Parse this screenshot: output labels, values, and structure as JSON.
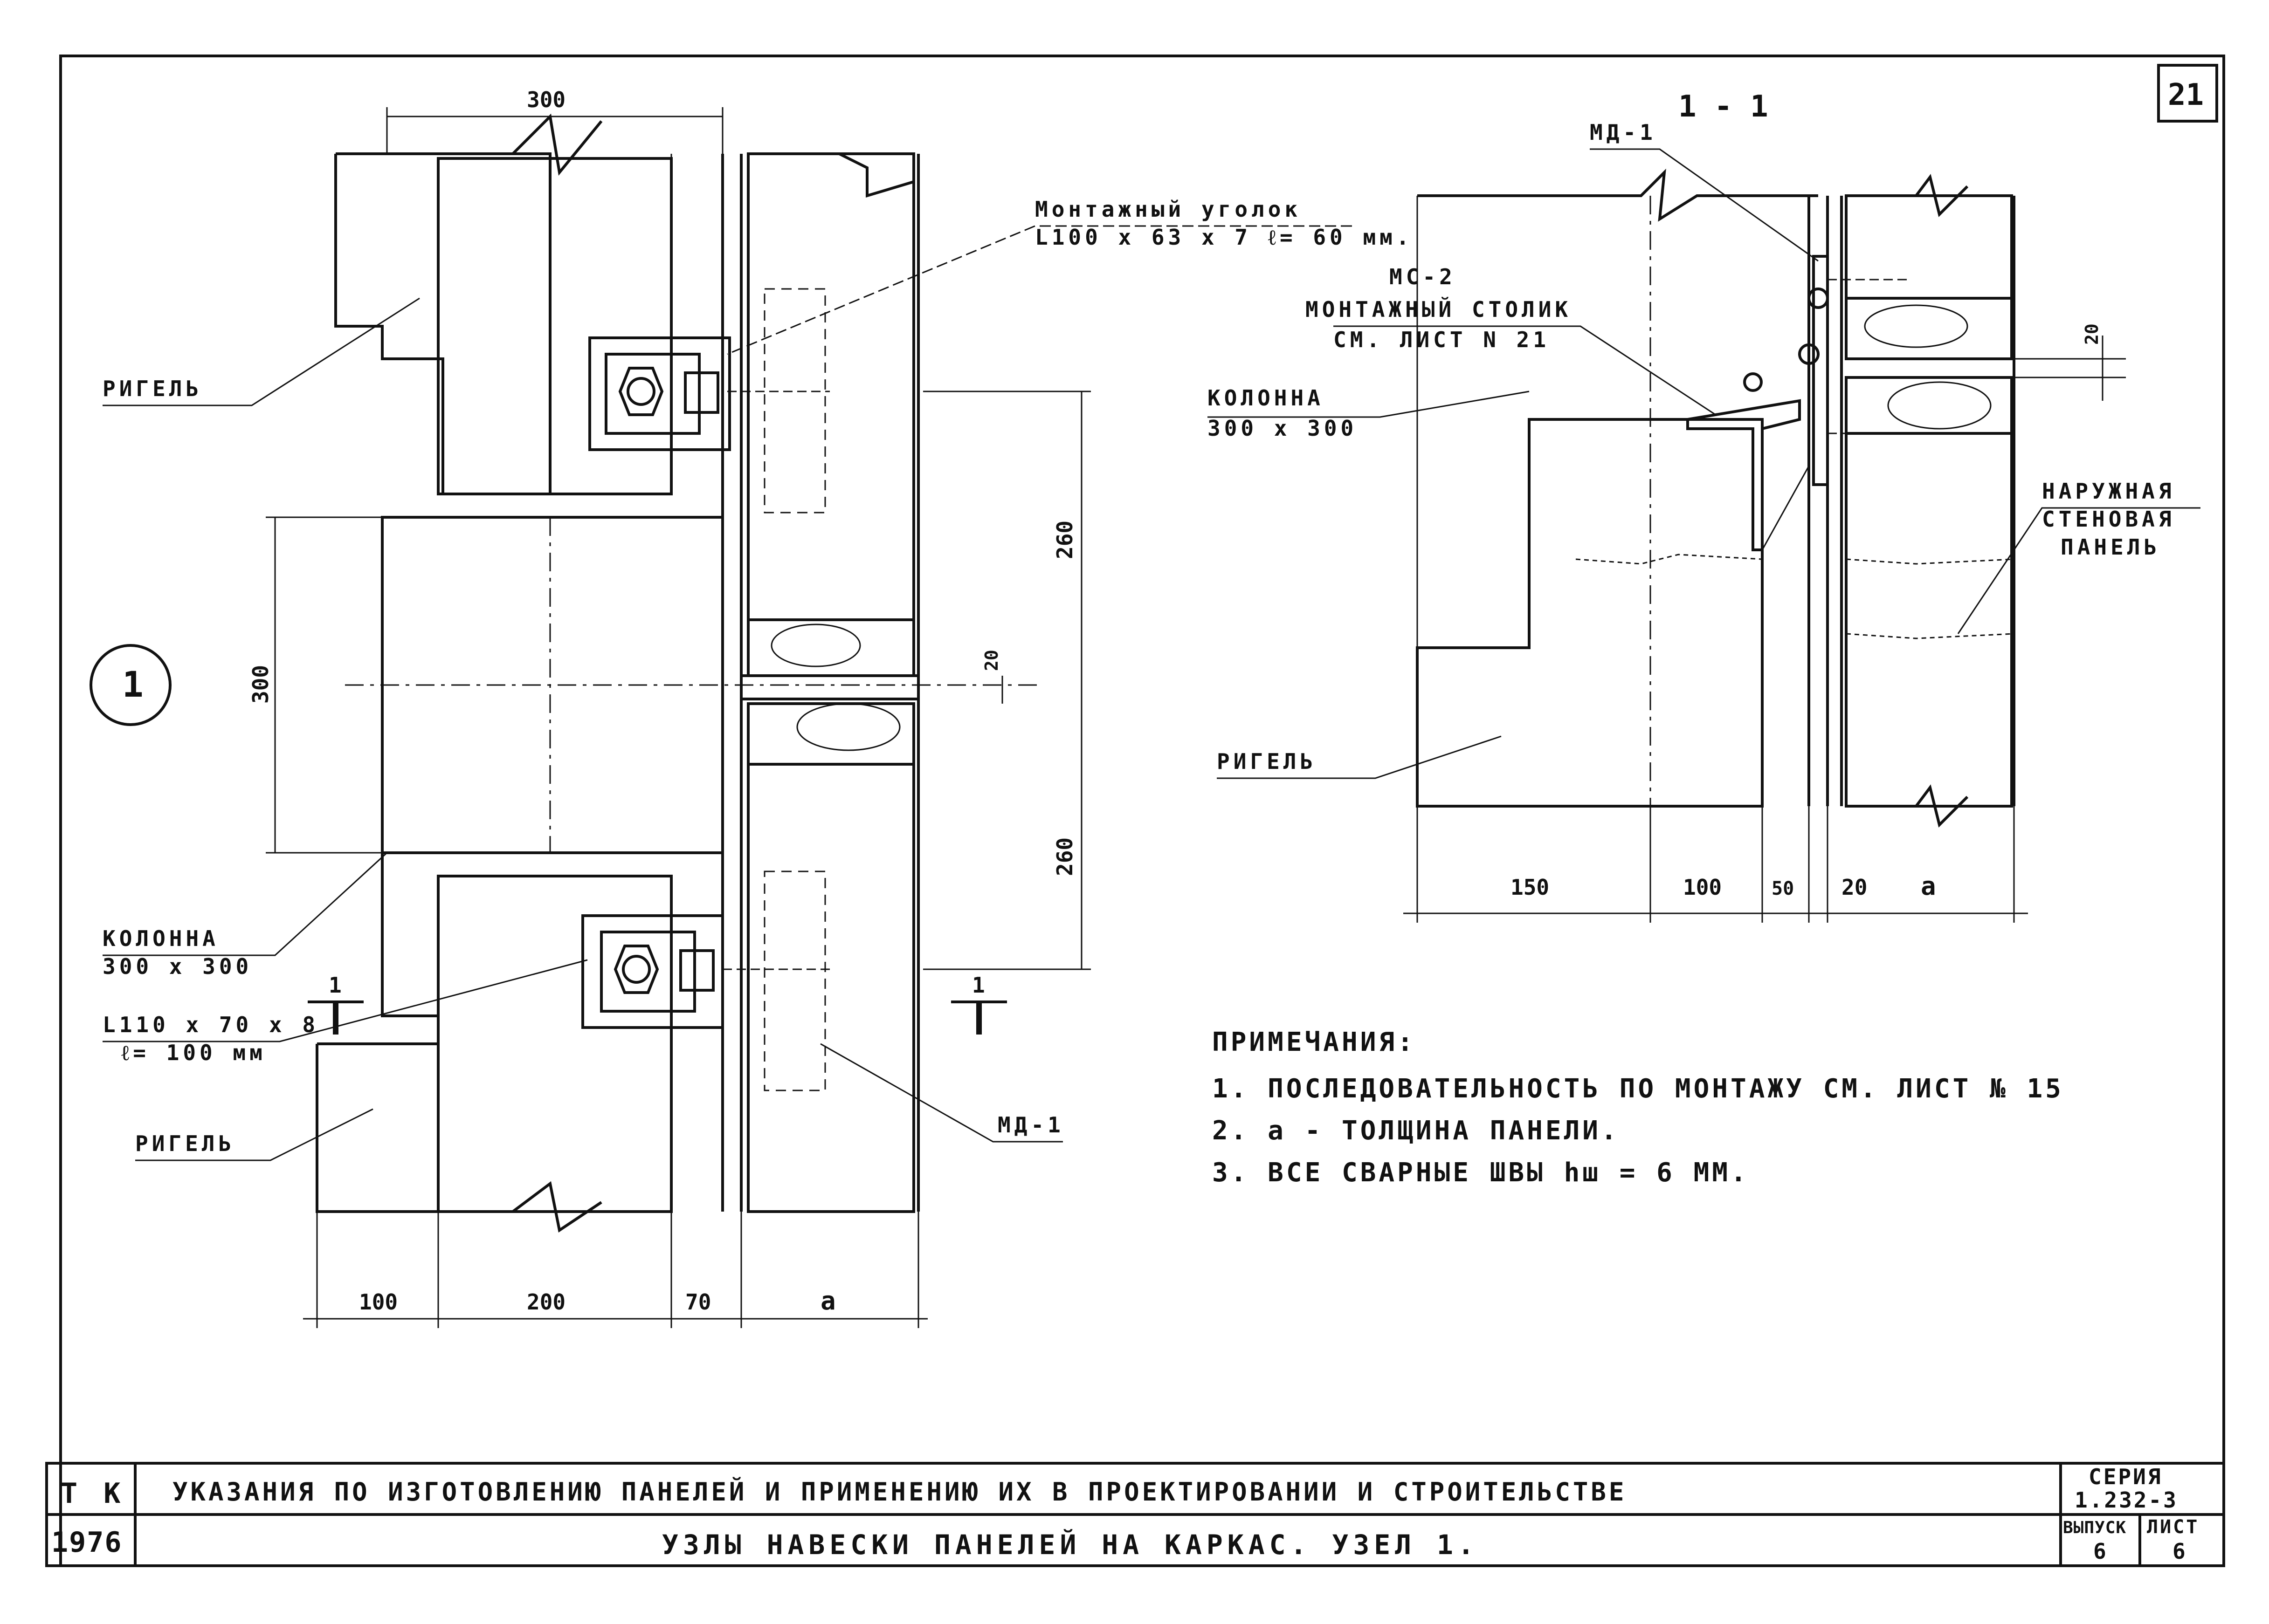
{
  "sheet": {
    "page_number": "21"
  },
  "left_view": {
    "marker": "1",
    "labels": {
      "rigel_top": "РИГЕЛЬ",
      "rigel_bottom": "РИГЕЛЬ",
      "mount_angle_line1": "Монтажный уголок",
      "mount_angle_line2": "L100 х 63 х 7  ℓ= 60 мм.",
      "column_line1": "КОЛОННА",
      "column_line2": "300 х 300",
      "angle2_line1": "L110 х 70 х 8",
      "angle2_line2": "ℓ= 100 мм",
      "md1": "МД-1",
      "section_mark": "1"
    },
    "dims": {
      "top": "300",
      "left": "300",
      "right_upper": "260",
      "right_lower": "260",
      "joint": "20",
      "bottom": [
        "100",
        "200",
        "70",
        "a"
      ]
    }
  },
  "right_view": {
    "title": "1 - 1",
    "labels": {
      "md1": "МД-1",
      "mc2": "МС-2",
      "table_line1": "МОНТАЖНЫЙ СТОЛИК",
      "table_line2": "СМ. ЛИСТ N 21",
      "column_line1": "КОЛОННА",
      "column_line2": "300 х 300",
      "rigel": "РИГЕЛЬ",
      "panel_line1": "НАРУЖНАЯ",
      "panel_line2": "СТЕНОВАЯ",
      "panel_line3": "ПАНЕЛЬ"
    },
    "dims": {
      "joint": "20",
      "bottom": [
        "150",
        "100",
        "50",
        "20",
        "a"
      ]
    }
  },
  "notes": {
    "heading": "ПРИМЕЧАНИЯ:",
    "items": [
      "1. ПОСЛЕДОВАТЕЛЬНОСТЬ ПО МОНТАЖУ СМ. ЛИСТ № 15",
      "2. a - ТОЛЩИНА ПАНЕЛИ.",
      "3. ВСЕ СВАРНЫЕ ШВЫ  hш = 6 ММ."
    ]
  },
  "title_block": {
    "code": "Т К",
    "year": "1976",
    "main_title": "УКАЗАНИЯ ПО ИЗГОТОВЛЕНИЮ ПАНЕЛЕЙ И ПРИМЕНЕНИЮ ИХ В ПРОЕКТИРОВАНИИ И СТРОИТЕЛЬСТВЕ",
    "subtitle": "УЗЛЫ НАВЕСКИ ПАНЕЛЕЙ НА КАРКАС. УЗЕЛ 1.",
    "series_label": "СЕРИЯ",
    "series_value": "1.232-3",
    "issue_label": "ВЫПУСК",
    "issue_value": "6",
    "sheet_label": "ЛИСТ",
    "sheet_value": "6"
  }
}
